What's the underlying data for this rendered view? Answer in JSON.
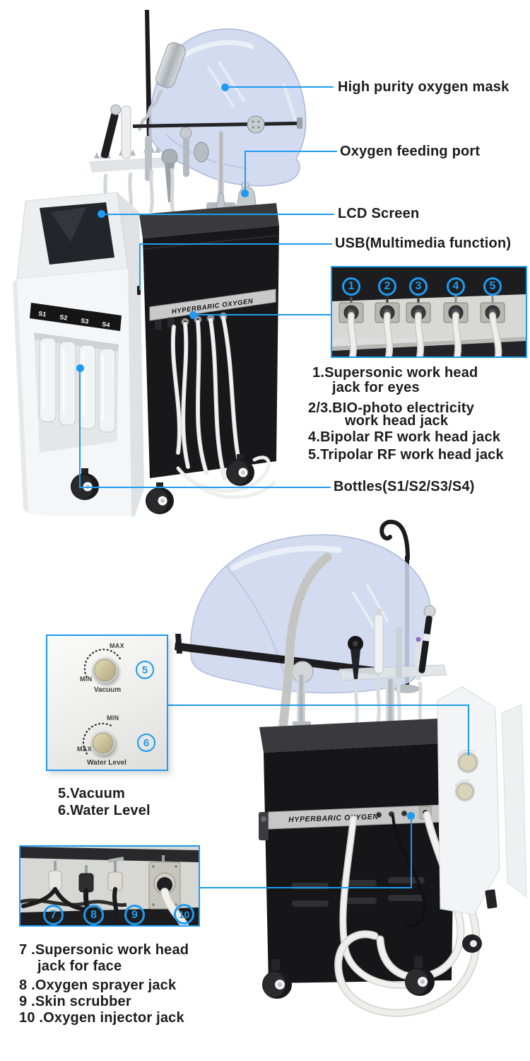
{
  "colors": {
    "callout": "#1e9bf0",
    "ink": "#1c1c1c"
  },
  "top": {
    "labels": {
      "mask": "High purity oxygen mask",
      "feeding_port": "Oxygen feeding port",
      "lcd": "LCD Screen",
      "usb": "USB(Multimedia function)",
      "bottles": "Bottles(S1/S2/S3/S4)"
    },
    "machine": {
      "brand": "HYPERBARIC OXYGEN",
      "bottle_labels": [
        "S1",
        "S2",
        "S3",
        "S4"
      ]
    },
    "jack_inset_numbers": [
      "1",
      "2",
      "3",
      "4",
      "5"
    ],
    "jack_notes": [
      "1.Supersonic work head",
      "jack for eyes",
      "2/3.BIO-photo electricity",
      "work head jack",
      "4.Bipolar RF work head jack",
      "5.Tripolar RF work head jack"
    ]
  },
  "bottom": {
    "machine": {
      "brand": "HYPERBARIC OXYGEN"
    },
    "knob_inset": {
      "badge_vacuum": "5",
      "badge_water": "6",
      "vacuum_label": "Vacuum",
      "water_label": "Water Level",
      "vacuum_min": "MIN",
      "vacuum_max": "MAX",
      "water_min": "MIN",
      "water_max": "MAX"
    },
    "control_notes": [
      "5.Vacuum",
      "6.Water Level"
    ],
    "jack_inset_numbers": [
      "7",
      "8",
      "9",
      "10"
    ],
    "jack_notes": [
      "7 .Supersonic work head",
      "jack for face",
      "8 .Oxygen sprayer jack",
      "9 .Skin scrubber",
      "10 .Oxygen injector jack"
    ]
  }
}
